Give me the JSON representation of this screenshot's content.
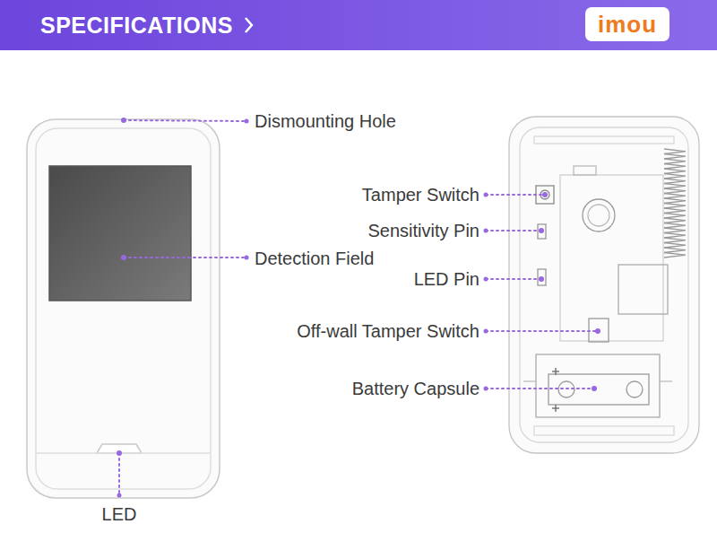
{
  "diagram": {
    "title": "SPECIFICATIONS",
    "labels": [
      "imou",
      "Dismounting Hole",
      "Detection Field",
      "LED",
      "Tamper Switch",
      "Sensitivity Pin",
      "LED Pin",
      "Off-wall Tamper Switch",
      "Battery Capsule"
    ]
  }
}
